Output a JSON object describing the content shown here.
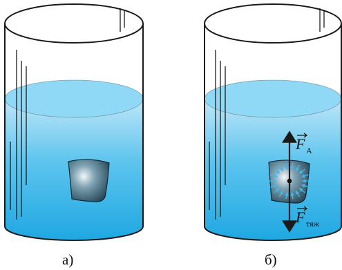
{
  "figure": {
    "panel_left": {
      "label": "а)"
    },
    "panel_right": {
      "label": "б)",
      "buoyant_force": {
        "symbol": "F",
        "subscript": "А",
        "direction": "up"
      },
      "gravity_force": {
        "symbol": "F",
        "subscript": "тяж",
        "direction": "down"
      }
    }
  },
  "colors": {
    "water_top": "#bfe6f8",
    "water_bottom": "#1fa8e2",
    "water_surface": "#8fd8f6",
    "stone_center": "#f2f7f9",
    "stone_edge": "#1b3d4d",
    "pressure_arrows": "#45b6e6",
    "outline": "#1a1a1a"
  }
}
